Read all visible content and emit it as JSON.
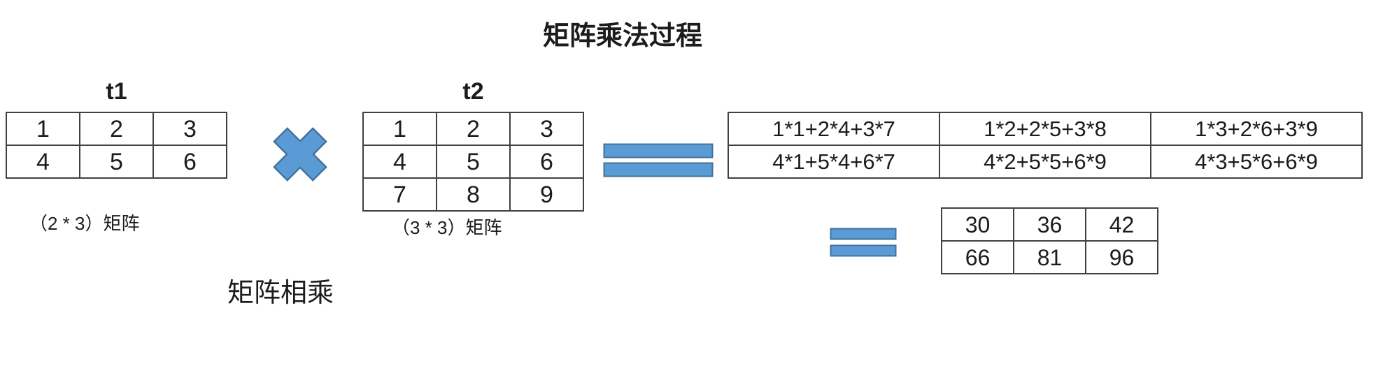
{
  "title": "矩阵乘法过程",
  "colors": {
    "operator_fill": "#5B9BD5",
    "operator_stroke": "#41719C"
  },
  "matrix_t1": {
    "label": "t1",
    "caption": "（2 * 3）矩阵",
    "rows": [
      [
        "1",
        "2",
        "3"
      ],
      [
        "4",
        "5",
        "6"
      ]
    ]
  },
  "matrix_t2": {
    "label": "t2",
    "caption": "（3 * 3）矩阵",
    "rows": [
      [
        "1",
        "2",
        "3"
      ],
      [
        "4",
        "5",
        "6"
      ],
      [
        "7",
        "8",
        "9"
      ]
    ]
  },
  "expression_matrix": {
    "rows": [
      [
        "1*1+2*4+3*7",
        "1*2+2*5+3*8",
        "1*3+2*6+3*9"
      ],
      [
        "4*1+5*4+6*7",
        "4*2+5*5+6*9",
        "4*3+5*6+6*9"
      ]
    ]
  },
  "result_matrix": {
    "rows": [
      [
        "30",
        "36",
        "42"
      ],
      [
        "66",
        "81",
        "96"
      ]
    ]
  },
  "footer_label": "矩阵相乘"
}
